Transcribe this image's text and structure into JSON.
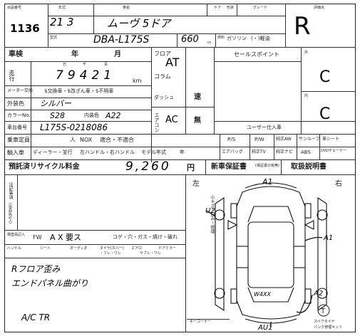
{
  "header": {
    "lot_label": "出品番号",
    "lot_no": "1136",
    "year_label": "年式",
    "year_value": "21 3",
    "name_label": "車名",
    "name_value": "ムーヴ 5ドア",
    "door_label": "ドア",
    "form_label": "形状",
    "grade_label": "グレード",
    "model_label": "型式",
    "model_value": "DBA-L175S",
    "cc_value": "660",
    "cc_unit": "cc",
    "fuel_label": "燃料",
    "fuel_value": "ガソリン",
    "fuel_extra": "(・)軽油",
    "score_label": "評価点",
    "score_value": "R"
  },
  "inspection": {
    "shaken_label": "車検",
    "year_label": "年",
    "month_label": "月",
    "mileage_label": "走行",
    "mileage_value": "79421",
    "mileage_unit": "km",
    "man_label": "万",
    "sen_label": "千",
    "hyaku_label": "百",
    "meter_label": "メーター交換",
    "meter_options": "$交換車・$改ざん車・$不明車",
    "exterior_label": "外装色",
    "exterior_value": "シルバー",
    "color_no_label": "カラーNo.",
    "color_no_value": "S28",
    "trim_label": "内装色",
    "trim_value": "A22",
    "chassis_label": "車台番号",
    "chassis_value": "L175S-0218086",
    "capacity_label": "乗車定員",
    "capacity_unit": "人",
    "nox_label": "NOX",
    "nox_options": "適合・不適合",
    "import_label": "輸入車",
    "import_options": "ディーラー・並行",
    "handle_options": "左ハンドル・右ハンドル",
    "model_year_label": "モデル年式",
    "recycle_label": "預託済リサイクル料金",
    "recycle_value": "9,260",
    "recycle_unit": "円"
  },
  "floor": {
    "floor_label": "フロア",
    "column_label": "コラム",
    "dash_label": "ダッシュ",
    "shift_value": "AT",
    "ac_label": "エアコン",
    "ac_value": "AC",
    "soku_label": "速",
    "mu_label": "無"
  },
  "sales": {
    "sales_point_label": "セールスポイント",
    "user_label": "ユーザー仕入車"
  },
  "equipment": {
    "items_row1": [
      "P/S",
      "P/W",
      "純正AW",
      "サンルーフ",
      "革シート"
    ],
    "items_row2": [
      "エアバッグ",
      "純正TV",
      "純正ナビ",
      "ABS",
      "DVDチェーナー"
    ]
  },
  "grades": {
    "exterior_grade": "C",
    "interior_grade": "C"
  },
  "documents": {
    "warranty_label": "新車保証書",
    "warranty_note": "(保証書の有無)",
    "manual_label": "取扱説明書"
  },
  "notes": {
    "chuuki_label": "注記事項",
    "chuuki_sub": "(出品店記入)",
    "note1": "Rフロア歪み",
    "note2": "エンドパネル曲がり",
    "note3": "A/C TR"
  },
  "checks": {
    "kenpin_label": "検査員記入",
    "fw_label": "FW",
    "fw_value": "A X 要ス",
    "right_row": "コゲ・穴・ガス・焼け・破れ",
    "handle_label": "ハンドル",
    "seat_label": "シート",
    "audio_label": "オーディオ",
    "tire_label": "タイヤ(カバー)",
    "aero_label": "エアロ",
    "drive_label": "ドアミラー",
    "tire_options": "・フレ・ワレ",
    "row_options": "ヤブレ・ワレ"
  },
  "diagram": {
    "left_label": "左",
    "right_label": "右",
    "a1_top": "A1",
    "u2_left": "U2",
    "a1_mid": "A1",
    "a2_bottom": "A2",
    "mark_bottom": "AU1",
    "rear_mark": "W4XX",
    "side_text": "小キズ・凹み・修理",
    "spare_label": "スペアタイヤ",
    "tool_label": "パンク修理キット",
    "corner_label": "キーコーナー"
  }
}
